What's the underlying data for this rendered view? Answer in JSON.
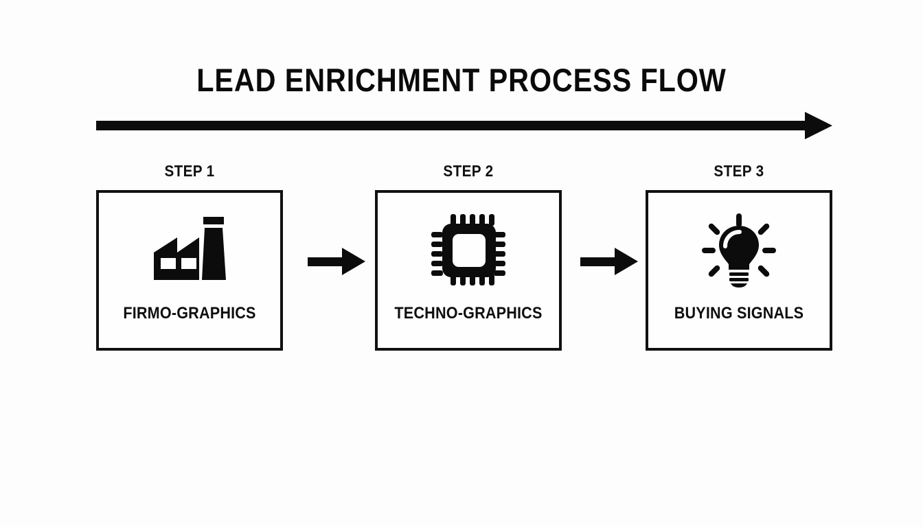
{
  "title": "LEAD ENRICHMENT PROCESS FLOW",
  "colors": {
    "background": "#fdfdfd",
    "ink": "#111111",
    "box_fill": "#fefefe"
  },
  "master_arrow": {
    "name": "process-direction-arrow",
    "direction": "left-to-right"
  },
  "steps": [
    {
      "step_label": "STEP 1",
      "box_label": "FIRMO-GRAPHICS",
      "icon": "factory-icon"
    },
    {
      "step_label": "STEP 2",
      "box_label": "TECHNO-GRAPHICS",
      "icon": "microchip-icon"
    },
    {
      "step_label": "STEP 3",
      "box_label": "BUYING SIGNALS",
      "icon": "lightbulb-icon"
    }
  ],
  "connectors": [
    {
      "name": "arrow-step1-to-step2",
      "direction": "right"
    },
    {
      "name": "arrow-step2-to-step3",
      "direction": "right"
    }
  ]
}
